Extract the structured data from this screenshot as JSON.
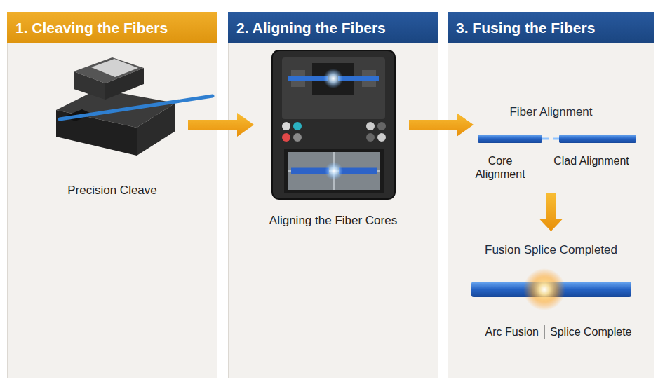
{
  "diagram": {
    "nodes": [
      {
        "text": [
          "1. Cleaving the Fibers",
          "Precision Cleave"
        ]
      },
      {
        "text": [
          "2. Aligning the Fibers",
          "Aligning the Fiber Cores"
        ]
      },
      {
        "text": [
          "3. Fusing the Fibers"
        ]
      },
      {
        "text": [
          "Fiber Alignment",
          "Core Alignment",
          "Clad Alignment"
        ],
        "in": 2
      },
      {
        "text": [
          "Fusion Splice Completed",
          "Arc Fusion",
          "Splice Complete"
        ],
        "in": 2
      }
    ],
    "edges": [
      {
        "from": 0,
        "to": 1,
        "arrow": "to"
      },
      {
        "from": 1,
        "to": 2,
        "arrow": "to"
      },
      {
        "from": 3,
        "to": 4,
        "arrow": "to"
      }
    ]
  }
}
